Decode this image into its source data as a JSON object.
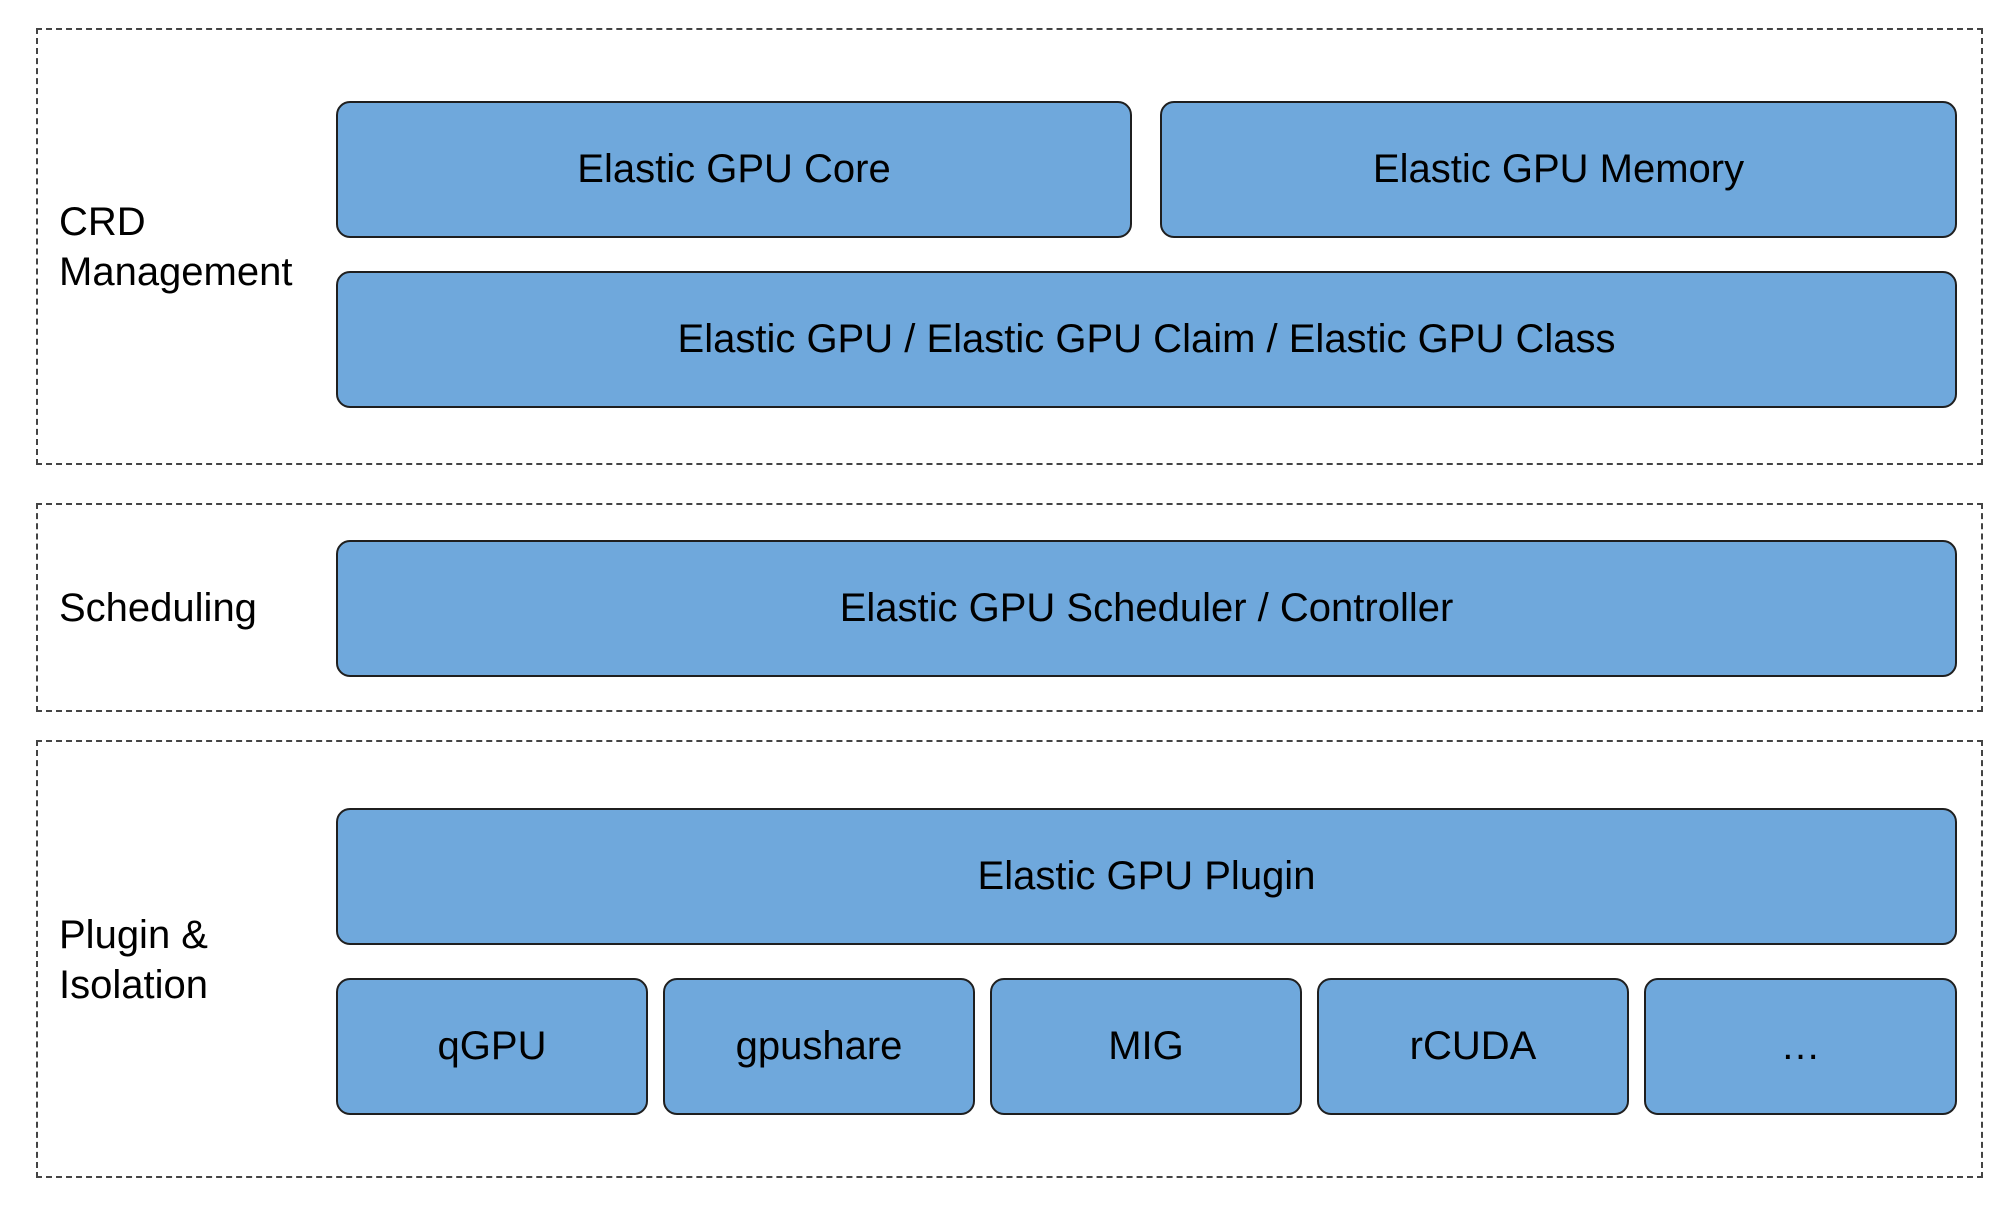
{
  "colors": {
    "box_fill": "#6fa8dc",
    "box_border": "#1f1f1f",
    "layer_border": "#444444",
    "text": "#000000"
  },
  "layers": {
    "crd": {
      "label": "CRD\nManagement",
      "boxes": {
        "core": "Elastic GPU Core",
        "memory": "Elastic GPU Memory",
        "resources": "Elastic GPU / Elastic GPU Claim / Elastic GPU Class"
      }
    },
    "scheduling": {
      "label": "Scheduling",
      "boxes": {
        "scheduler": "Elastic GPU Scheduler / Controller"
      }
    },
    "plugin": {
      "label": "Plugin &\nIsolation",
      "boxes": {
        "plugin": "Elastic GPU Plugin",
        "implementations": [
          "qGPU",
          "gpushare",
          "MIG",
          "rCUDA",
          "…"
        ]
      }
    }
  }
}
